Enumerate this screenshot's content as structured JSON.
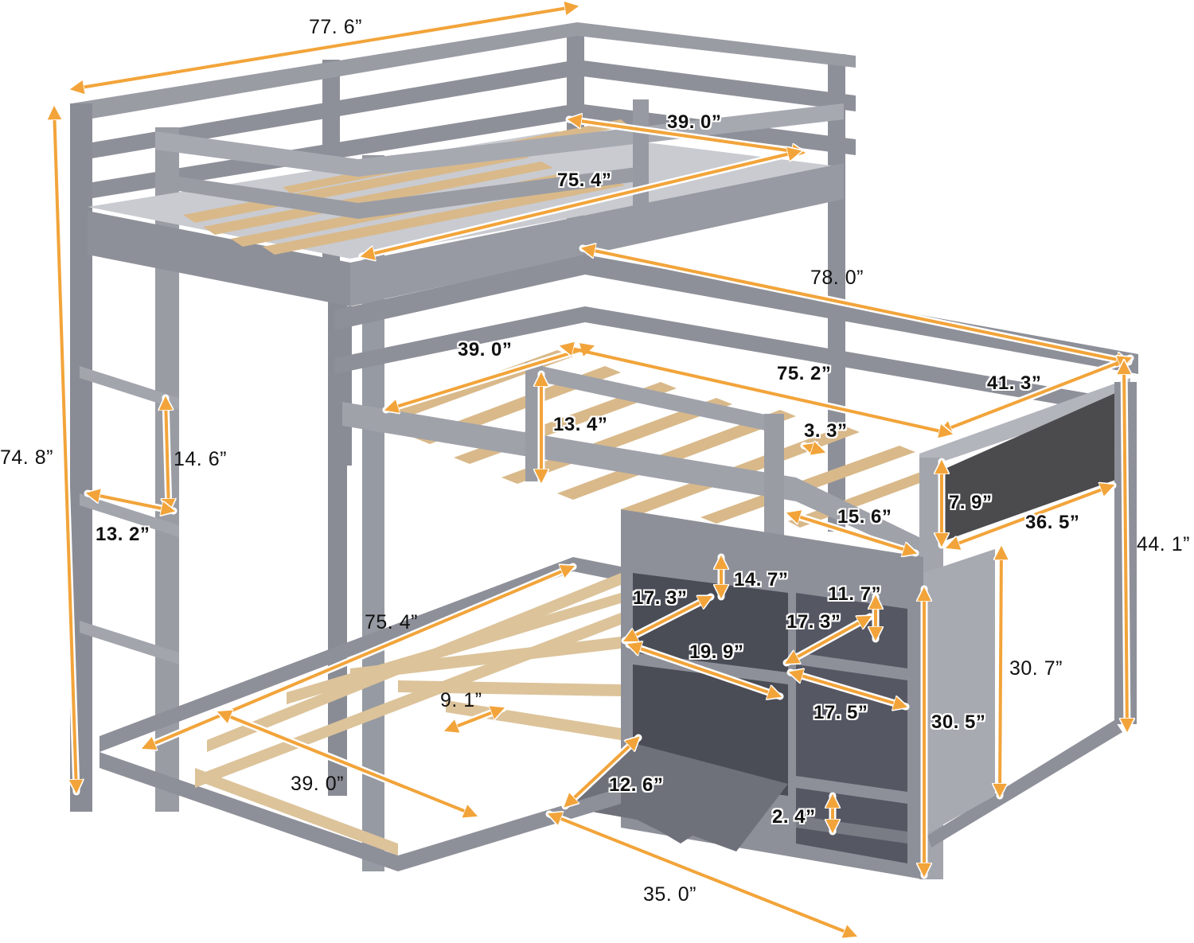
{
  "diagram": {
    "subject": "L-shaped triple bunk bed with storage cabinet, gray finish, dimension callouts",
    "colors": {
      "frame": "#8e9099",
      "frame_dark": "#6f717a",
      "frame_light": "#a9abb3",
      "slat": "#d9b98a",
      "cabinet_interior": "#4a4c56",
      "panel_dark": "#4b4b4d",
      "arrow": "#f2a43a",
      "text": "#111111",
      "background": "#ffffff"
    },
    "dimensions": {
      "overall_length_top": "77. 6”",
      "overall_height": "74. 8”",
      "top_bunk_width": "39. 0”",
      "top_bunk_length": "75. 4”",
      "lower_loft_length_outer": "78. 0”",
      "lower_loft_width_outer": "41. 3”",
      "lower_loft_mattress_width": "39. 0”",
      "lower_loft_mattress_length": "75. 2”",
      "guardrail_height": "13. 4”",
      "slat_gap": "3. 3”",
      "ladder_step_spacing": "14. 6”",
      "ladder_width": "13. 2”",
      "guardrail_opening": "15. 6”",
      "headboard_panel_height": "7. 9”",
      "headboard_panel_width": "36. 5”",
      "loft_total_height": "44. 1”",
      "cabinet_top_shelf_height": "14. 7”",
      "cabinet_left_depth": "17. 3”",
      "cabinet_right_shelf_height": "11. 7”",
      "cabinet_right_depth": "17. 3”",
      "cabinet_left_width": "19. 9”",
      "cabinet_right_width": "17. 5”",
      "under_loft_clearance": "30. 7”",
      "cabinet_height": "30. 5”",
      "bottom_bunk_length": "75. 4”",
      "bottom_slat_spacing": "9. 1”",
      "bottom_bunk_width": "39. 0”",
      "desk_board_depth": "12. 6”",
      "bottom_shelf_gap": "2. 4”",
      "cabinet_total_length": "35. 0”"
    }
  }
}
